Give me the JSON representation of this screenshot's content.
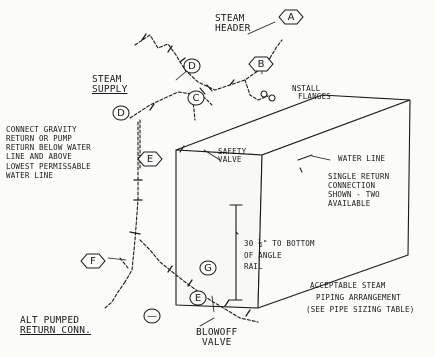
{
  "labels": {
    "steam_header": [
      "STEAM",
      "HEADER"
    ],
    "steam_supply": [
      "STEAM",
      "SUPPLY"
    ],
    "install_flanges": [
      "NSTALL",
      "FLANGES"
    ],
    "connect_gravity": [
      "CONNECT GRAVITY",
      "RETURN OR PUMP",
      "RETURN BELOW WATER",
      "LINE AND ABOVE",
      "LOWEST PERMISSABLE",
      "WATER LINE"
    ],
    "safety_valve": [
      "SAFETY",
      "VALVE"
    ],
    "water_line": "WATER LINE",
    "single_return": [
      "SINGLE RETURN",
      "CONNECTION",
      "SHOWN - TWO",
      "AVAILABLE"
    ],
    "dimension": [
      "30 ½\" TO BOTTOM",
      "OF ANGLE",
      "RAIL"
    ],
    "acceptable": [
      "ACCEPTABLE STEAM",
      "PIPING ARRANGEMENT",
      "(SEE PIPE SIZING TABLE)"
    ],
    "alt_pumped": [
      "ALT PUMPED",
      "RETURN CONN."
    ],
    "blowoff": [
      "BLOWOFF",
      "VALVE"
    ]
  },
  "callouts": {
    "a": "A",
    "b": "B",
    "c": "C",
    "d1": "D",
    "d2": "D",
    "e1": "E",
    "e2": "E",
    "f": "F",
    "g": "G",
    "h": "—"
  }
}
